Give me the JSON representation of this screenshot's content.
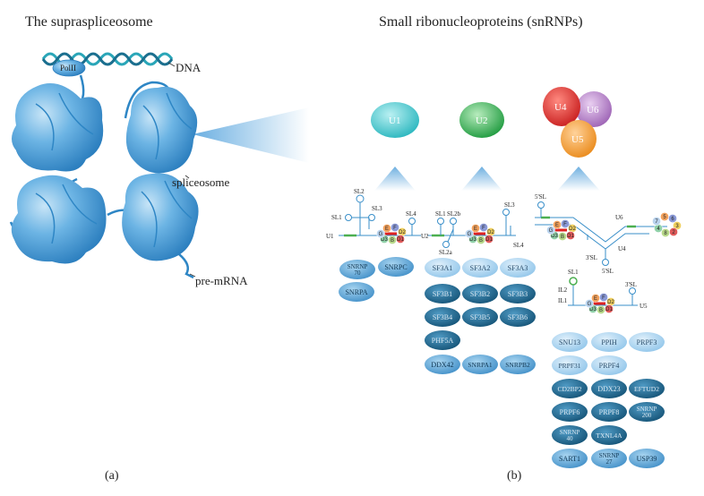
{
  "titles": {
    "left": "The supraspliceosome",
    "right": "Small ribonucleoproteins (snRNPs)"
  },
  "left_labels": {
    "polii": "PolII",
    "dna": "DNA",
    "spliceosome": "spliceosome",
    "premrna": "pre-mRNA"
  },
  "captions": {
    "a": "(a)",
    "b": "(b)"
  },
  "snrnps": {
    "u1": "U1",
    "u2": "U2",
    "u4": "U4",
    "u6": "U6",
    "u5": "U5"
  },
  "sm_core": [
    "E",
    "F",
    "D2",
    "D1",
    "B",
    "D3",
    "G"
  ],
  "lsm_core": [
    "5",
    "6",
    "3",
    "2",
    "8",
    "4",
    "7"
  ],
  "rna_labels": {
    "u1": [
      "SL2",
      "SL1",
      "SL3",
      "SL4",
      "U1"
    ],
    "u2": [
      "SL1",
      "SL2b",
      "SL3",
      "SL2a",
      "SL4",
      "U2"
    ],
    "u46": [
      "5'SL",
      "U6",
      "3'SL",
      "5'SL",
      "U4"
    ],
    "u5": [
      "SL1",
      "IL2",
      "IL1",
      "3'SL",
      "U5"
    ]
  },
  "proteins": {
    "u1": [
      "SNRNP 70",
      "SNRPC",
      "SNRPA"
    ],
    "u2": [
      "SF3A1",
      "SF3A2",
      "SF3A3",
      "SF3B1",
      "SF3B2",
      "SF3B3",
      "SF3B4",
      "SF3B5",
      "SF3B6",
      "PHF5A",
      "DDX42",
      "SNRPA1",
      "SNRPB2"
    ],
    "u456": [
      "SNU13",
      "PPIH",
      "PRPF3",
      "PRPF31",
      "PRPF4",
      "CD2BP2",
      "DDX23",
      "EFTUD2",
      "PRPF6",
      "PRPF8",
      "SNRNP 200",
      "SNRNP 40",
      "TXNL4A",
      "SART1",
      "SNRNP 27",
      "USP39"
    ]
  },
  "colors": {
    "blob": "#5aa6de",
    "u1": "#46c9cf",
    "u2": "#32a852",
    "u4": "#d42a2a",
    "u6": "#b07ac4",
    "u5": "#f09a2a",
    "protein_light": "#a9d3ef",
    "protein_mid": "#5ea7d8",
    "protein_dark": "#1e6a93"
  }
}
